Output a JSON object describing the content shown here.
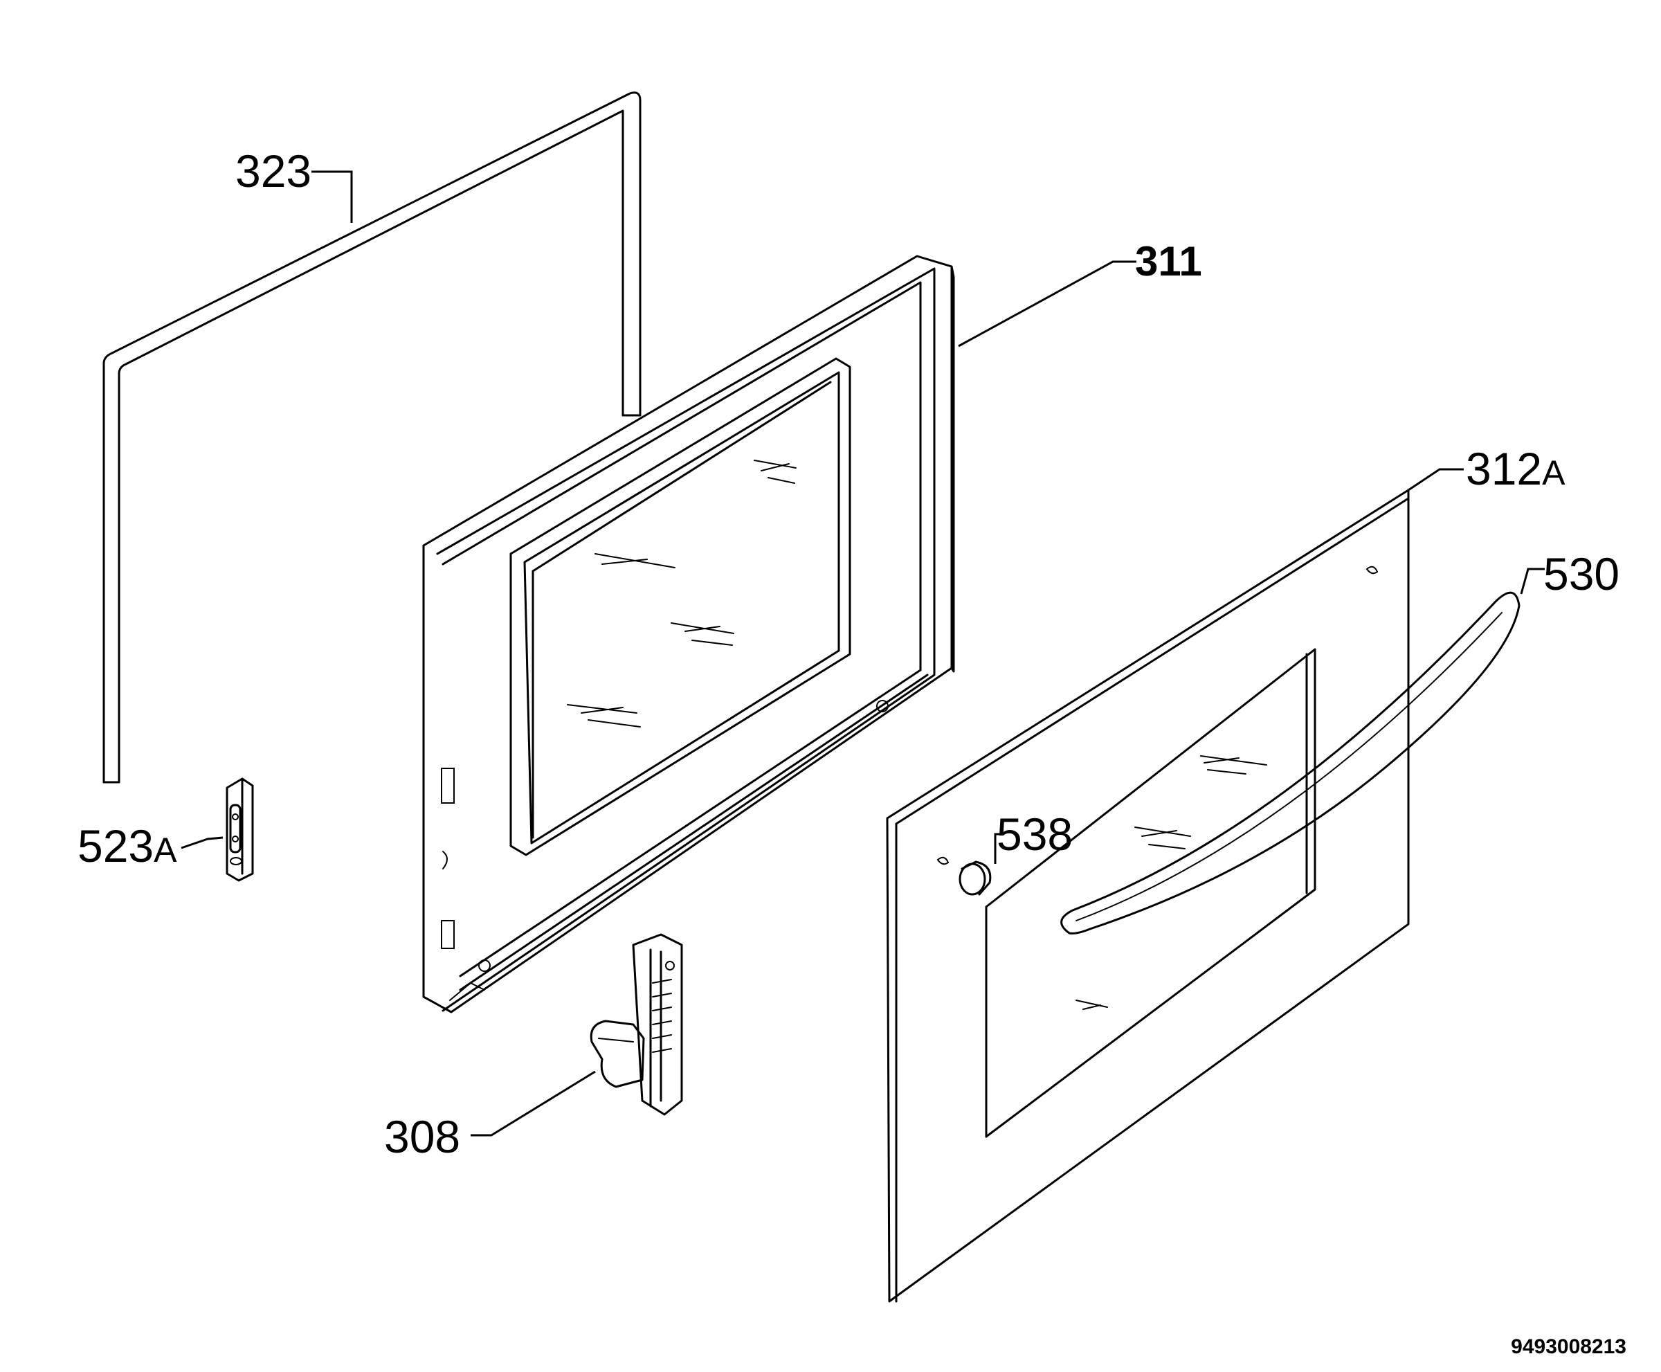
{
  "parts": [
    {
      "id": "323",
      "base": "323",
      "suffix": ""
    },
    {
      "id": "311",
      "base": "311",
      "suffix": ""
    },
    {
      "id": "312A",
      "base": "312",
      "suffix": "A"
    },
    {
      "id": "530",
      "base": "530",
      "suffix": ""
    },
    {
      "id": "538",
      "base": "538",
      "suffix": ""
    },
    {
      "id": "523A",
      "base": "523",
      "suffix": "A"
    },
    {
      "id": "308",
      "base": "308",
      "suffix": ""
    }
  ],
  "document_number": "9493008213"
}
